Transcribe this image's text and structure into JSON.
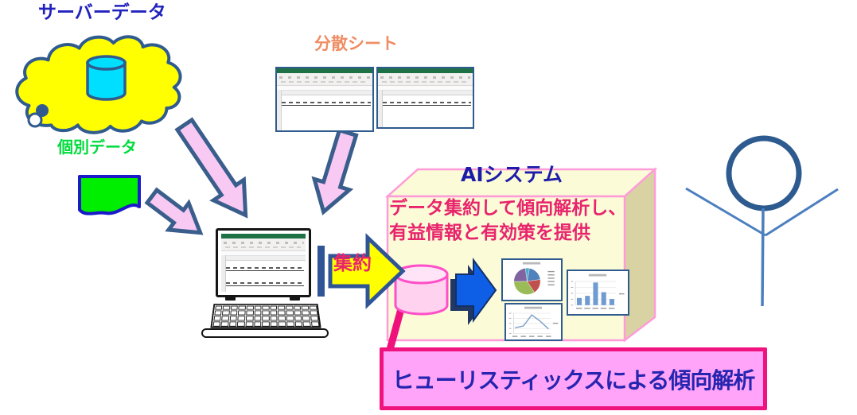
{
  "labels": {
    "server_data": "サーバーデータ",
    "individual_data": "個別データ",
    "distributed_sheets": "分散シート",
    "aggregate": "集約",
    "ai_system_title": "AIシステム",
    "ai_system_desc_line1": "データ集約して傾向解析し、",
    "ai_system_desc_line2": "有益情報と有効策を提供",
    "heuristics_banner": "ヒューリスティックスによる傾向解析"
  },
  "colors": {
    "server_label": "#2222BE",
    "individual_label": "#00DC3C",
    "sheets_label": "#EF8D64",
    "aggregate_text": "#E8246C",
    "ai_title": "#1C1CA8",
    "ai_desc": "#E8246C",
    "banner_text": "#2525AF",
    "banner_bg": "#FFA4F8",
    "banner_border": "#F0127E",
    "cloud_fill": "#FFFF00",
    "outline_steel_blue": "#2F5B8F",
    "flow_arrow_pink": "#F7C9F3",
    "aggregate_arrow_yellow": "#FFFF00",
    "ai_box_front": "#FBFBD8",
    "ai_box_side": "#D9D3A3",
    "ai_box_border": "#FF9BD8",
    "cylinder_pink_fill": "#FFD3F0",
    "cylinder_pink_stroke": "#FF4FC8",
    "cylinder_cyan_fill": "#00DFFF",
    "analysis_arrow_blue": "#0E5FE6",
    "excel_green": "#1E7145",
    "stick_figure": "#2E5B8F"
  },
  "mini_charts": {
    "pie": {
      "type": "pie",
      "slices": [
        {
          "value": 20,
          "color": "#4F81BD"
        },
        {
          "value": 18,
          "color": "#C0504D"
        },
        {
          "value": 34,
          "color": "#9BBB59"
        },
        {
          "value": 23,
          "color": "#8064A2"
        },
        {
          "value": 5,
          "color": "#4BACC6"
        }
      ]
    },
    "line": {
      "type": "line",
      "values": [
        2,
        2.6,
        6.4,
        4.3,
        1.6
      ],
      "ymax": 7,
      "color": "#7DA1C9"
    },
    "bar": {
      "type": "bar",
      "values": [
        2,
        2.6,
        6.3,
        3.6,
        1.7
      ],
      "ymax": 7,
      "color": "#6F9BD2"
    }
  }
}
